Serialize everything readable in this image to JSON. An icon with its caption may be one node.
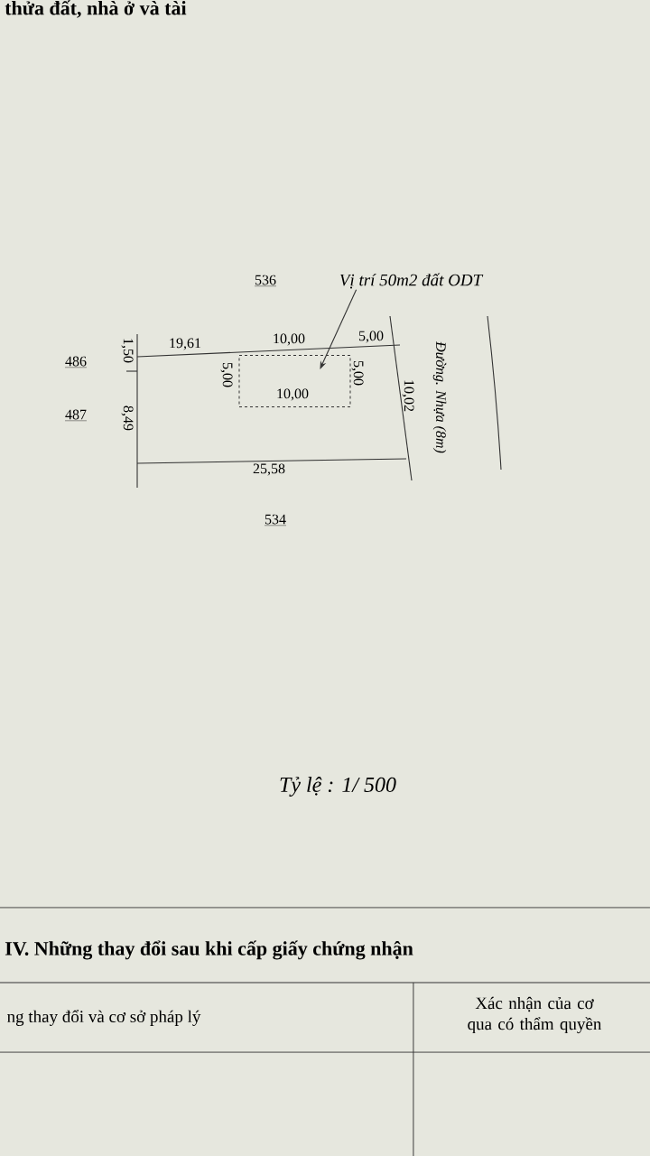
{
  "diagram": {
    "title": "IV. Những thay đổi sau khi cấp giấy chứng nhận",
    "nodes": [
      {
        "text": [
          "Vị trí 50m2 đất ODT"
        ]
      },
      {
        "text": [],
        "shape": "box"
      }
    ],
    "edges": [
      {
        "from": 0,
        "to": 1,
        "arrow": "to"
      }
    ],
    "labels": [
      "thửa đất, nhà ở và tài",
      "536",
      "486",
      "487",
      "19,61",
      "10,00",
      "5,00",
      "1,50",
      "5,00",
      "5,00",
      "10,00",
      "10,02",
      "8,49",
      "25,58",
      "Đường. Nhựa (8m)",
      "534",
      "Tỷ lệ : 1/ 500",
      "ng thay đổi và cơ sở pháp lý",
      "Xác nhận của cơ qua có thẩm quyền"
    ]
  }
}
